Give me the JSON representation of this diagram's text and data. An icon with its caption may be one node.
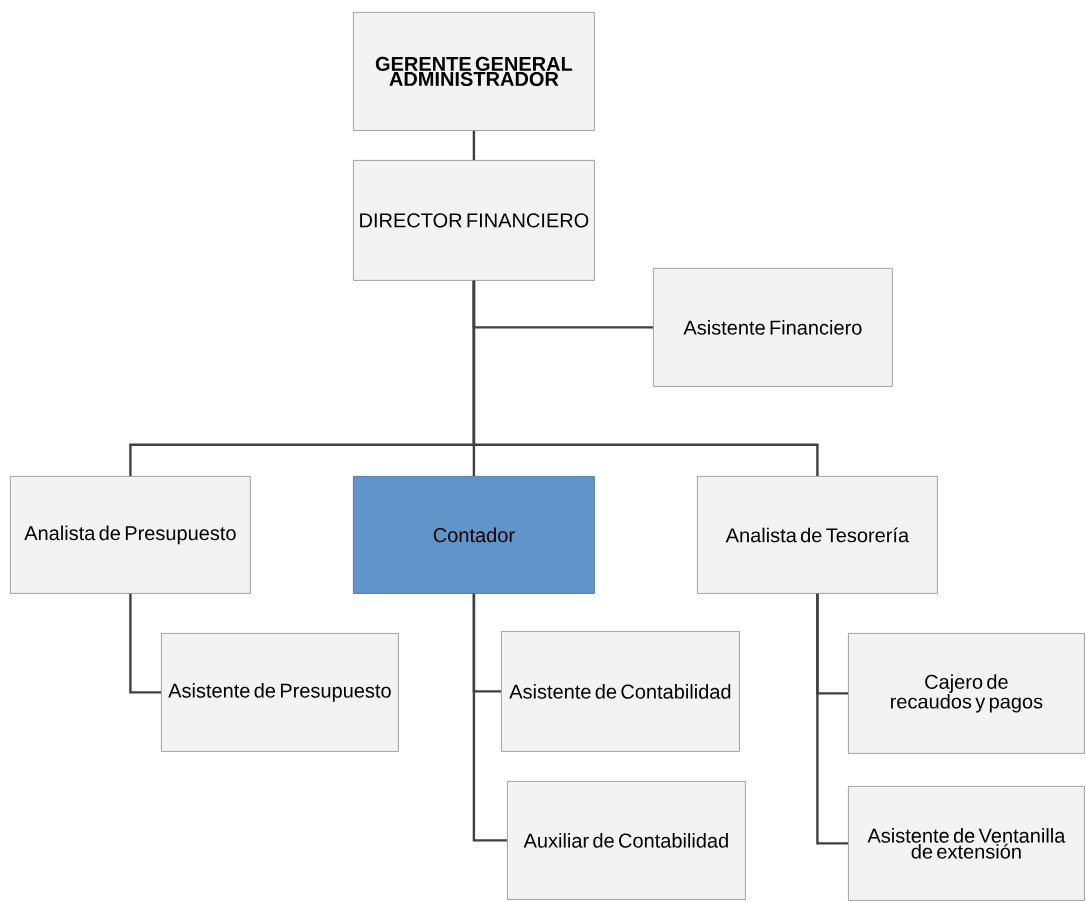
{
  "diagram": {
    "nodes": [
      {
        "text": [
          "GERENTE GENERAL ADMINISTRADOR"
        ]
      },
      {
        "text": [
          "DIRECTOR FINANCIERO"
        ]
      },
      {
        "text": [
          "Asistente Financiero"
        ]
      },
      {
        "text": [
          "Analista de Presupuesto"
        ]
      },
      {
        "text": [
          "Contador"
        ]
      },
      {
        "text": [
          "Analista de Tesorería"
        ]
      },
      {
        "text": [
          "Asistente de Presupuesto"
        ]
      },
      {
        "text": [
          "Asistente de Contabilidad"
        ]
      },
      {
        "text": [
          "Auxiliar de Contabilidad"
        ]
      },
      {
        "text": [
          "Cajero de  recaudos y pagos"
        ]
      },
      {
        "text": [
          "Asistente de Ventanilla de extensión"
        ]
      }
    ],
    "edges": [
      {
        "from": 0,
        "to": 1,
        "arrow": "none"
      },
      {
        "from": 1,
        "to": 2,
        "arrow": "none"
      },
      {
        "from": 1,
        "to": 3,
        "arrow": "none"
      },
      {
        "from": 1,
        "to": 4,
        "arrow": "none"
      },
      {
        "from": 1,
        "to": 5,
        "arrow": "none"
      },
      {
        "from": 3,
        "to": 6,
        "arrow": "none"
      },
      {
        "from": 4,
        "to": 7,
        "arrow": "none"
      },
      {
        "from": 4,
        "to": 8,
        "arrow": "none"
      },
      {
        "from": 5,
        "to": 9,
        "arrow": "none"
      },
      {
        "from": 5,
        "to": 10,
        "arrow": "none"
      }
    ]
  }
}
